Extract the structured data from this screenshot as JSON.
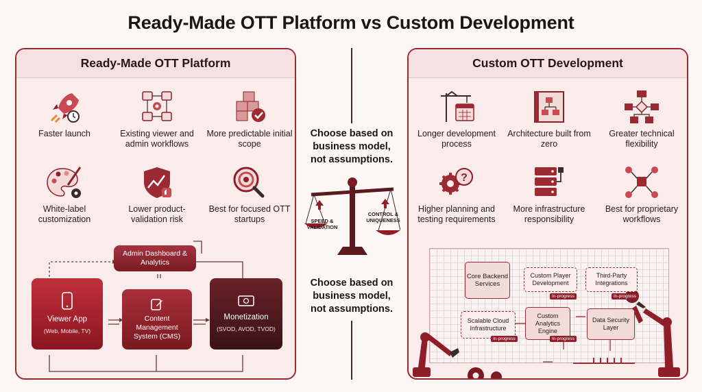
{
  "title": "Ready-Made OTT Platform vs Custom Development",
  "left": {
    "heading": "Ready-Made OTT Platform",
    "features": [
      {
        "label": "Faster launch",
        "icon": "rocket-icon"
      },
      {
        "label": "Existing viewer and admin workflows",
        "icon": "workflow-icon"
      },
      {
        "label": "More predictable initial scope",
        "icon": "boxes-check-icon"
      },
      {
        "label": "White-label customization",
        "icon": "palette-icon"
      },
      {
        "label": "Lower product-validation risk",
        "icon": "shield-chart-icon"
      },
      {
        "label": "Best for focused OTT startups",
        "icon": "target-search-icon"
      }
    ],
    "diagram": {
      "admin": "Admin Dashboard & Analytics",
      "viewer": "Viewer App",
      "viewer_sub": "(Web, Mobile, TV)",
      "cms": "Content Management System (CMS)",
      "monetization": "Monetization",
      "monetization_sub": "(SVOD, AVOD, TVOD)"
    }
  },
  "center": {
    "top_text": "Choose based on business model, not assumptions.",
    "bottom_text": "Choose based on business model, not assumptions.",
    "scale_left": "SPEED & VALIDATION",
    "scale_right": "CONTROL & UNIQUENESS"
  },
  "right": {
    "heading": "Custom OTT Development",
    "features": [
      {
        "label": "Longer development process",
        "icon": "crane-calendar-icon"
      },
      {
        "label": "Architecture built from zero",
        "icon": "blueprint-icon"
      },
      {
        "label": "Greater technical flexibility",
        "icon": "flowchart-icon"
      },
      {
        "label": "Higher planning and testing requirements",
        "icon": "gear-question-icon"
      },
      {
        "label": "More infrastructure responsibility",
        "icon": "server-plug-icon"
      },
      {
        "label": "Best for proprietary workflows",
        "icon": "network-icon"
      }
    ],
    "diagram": {
      "core": "Core Backend Services",
      "player": "Custom Player Development",
      "thirdparty": "Third-Party Integrations",
      "cloud": "Scalable Cloud Infrastructure",
      "analytics": "Custom Analytics Engine",
      "security": "Data Security Layer",
      "badge": "In-progress"
    }
  },
  "colors": {
    "accent": "#9b2a33",
    "dark": "#3a1418",
    "bg": "#fcf6f5"
  }
}
